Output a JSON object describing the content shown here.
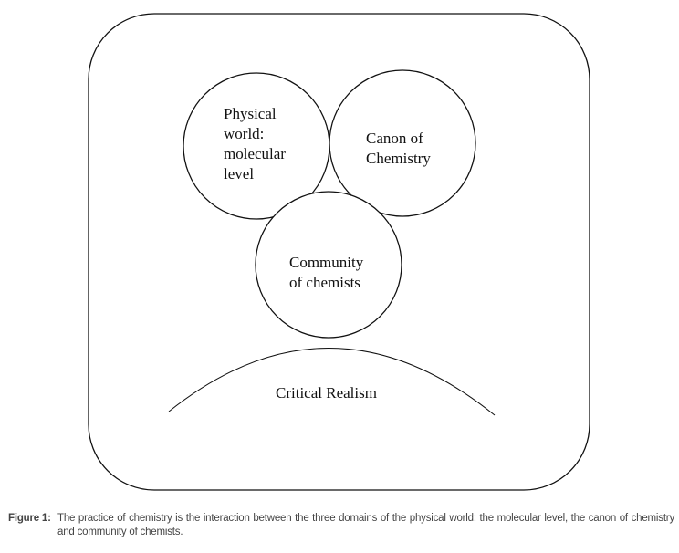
{
  "diagram": {
    "circles": [
      {
        "id": "physical-world",
        "lines": [
          "Physical",
          "world:",
          "molecular",
          "level"
        ]
      },
      {
        "id": "canon",
        "lines": [
          "Canon of",
          "Chemistry"
        ]
      },
      {
        "id": "community",
        "lines": [
          "Community",
          "of chemists"
        ]
      }
    ],
    "foundation": "Critical Realism"
  },
  "caption": {
    "label": "Figure 1:",
    "text": "The practice of chemistry is the interaction between the three domains of the physical world: the molecular level, the canon of chemistry and community of chemists."
  }
}
